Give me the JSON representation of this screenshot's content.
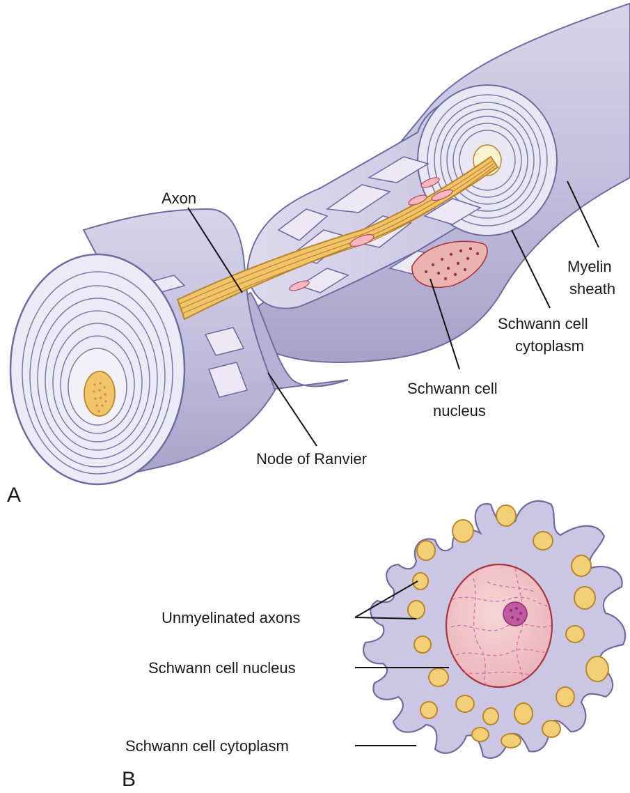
{
  "panel_a": {
    "letter": "A",
    "labels": {
      "axon": "Axon",
      "myelin_line1": "Myelin",
      "myelin_line2": "sheath",
      "cyto_line1": "Schwann cell",
      "cyto_line2": "cytoplasm",
      "nucleus_line1": "Schwann cell",
      "nucleus_line2": "nucleus",
      "node": "Node of Ranvier"
    }
  },
  "panel_b": {
    "letter": "B",
    "labels": {
      "unmyelinated": "Unmyelinated axons",
      "nucleus": "Schwann cell nucleus",
      "cytoplasm": "Schwann cell cytoplasm"
    }
  },
  "colors": {
    "membrane_light": "#e6e4f2",
    "membrane_mid": "#c9c5e0",
    "membrane_dark": "#a9a3cc",
    "outline": "#6f6aa0",
    "axon_fill": "#f2c46a",
    "axon_line": "#b9852a",
    "nucleus_fill": "#f0c7c9",
    "nucleus_line": "#a8343c",
    "chromatin": "#c04a9a"
  }
}
